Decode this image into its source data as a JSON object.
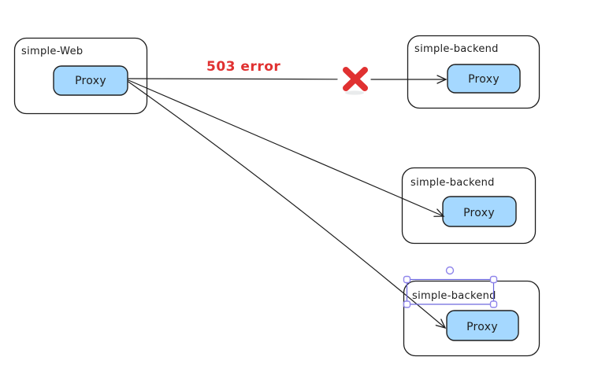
{
  "canvas": {
    "kind": "whiteboard-diagram",
    "background": "#ffffff"
  },
  "colors": {
    "stroke": "#1e1e1e",
    "proxy_fill": "#a5d8ff",
    "error_red": "#e03131",
    "selection_purple": "#6965db"
  },
  "nodes": {
    "web": {
      "title": "simple-Web",
      "proxy": "Proxy"
    },
    "backend_top": {
      "title": "simple-backend",
      "proxy": "Proxy"
    },
    "backend_middle": {
      "title": "simple-backend",
      "proxy": "Proxy"
    },
    "backend_bottom": {
      "title": "simple-backend",
      "proxy": "Proxy"
    }
  },
  "annotations": {
    "error_label": "503 error",
    "failure_icon": "x-mark-icon"
  },
  "selection": {
    "selected_element_text": "simple-backend",
    "handles": [
      "rotate",
      "top-left",
      "top-right",
      "bottom-left",
      "bottom-right"
    ]
  }
}
